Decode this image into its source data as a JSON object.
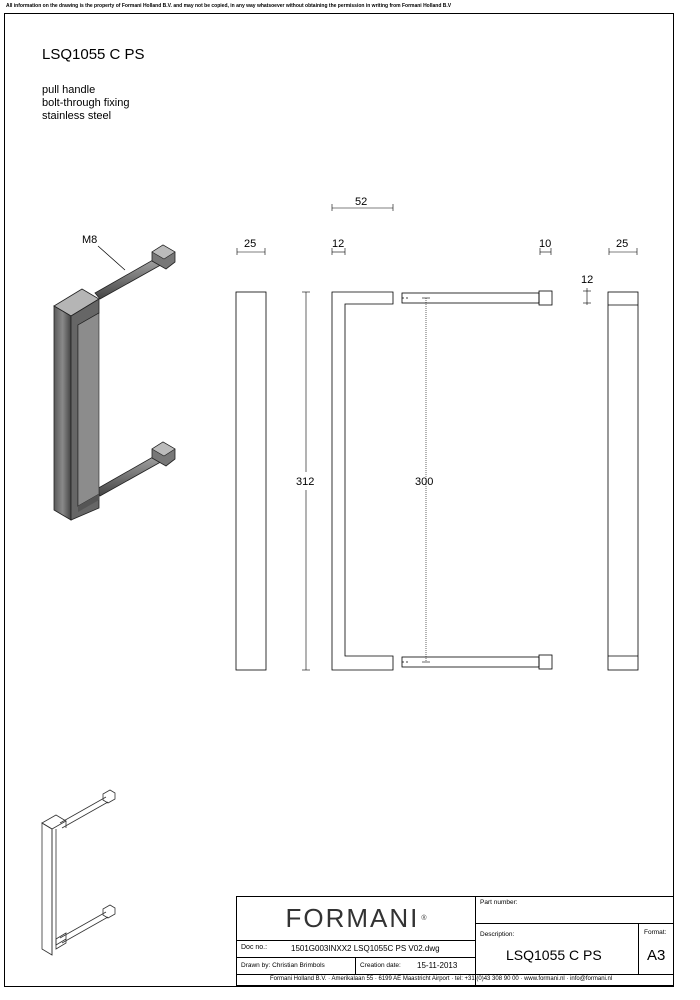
{
  "disclaimer": "All information on the drawing is the property of Formani Holland B.V. and may not be copied, in any way whatsoever without obtaining the permission in writing from Formani Holland B.V",
  "title": "LSQ1055 C PS",
  "description_lines": [
    "pull handle",
    "bolt-through fixing",
    "stainless steel"
  ],
  "dimensions": {
    "thread": "M8",
    "overall_depth": "52",
    "front_width": "25",
    "bar_thickness": "12",
    "fixing_diameter": "10",
    "side_width": "25",
    "leg_height": "12",
    "overall_length": "312",
    "center_distance": "300"
  },
  "title_block": {
    "logo": "FORMANI",
    "logo_mark": "®",
    "part_number_label": "Part number:",
    "description_label": "Description:",
    "description_value": "LSQ1055 C PS",
    "format_label": "Format:",
    "format_value": "A3",
    "doc_no_label": "Doc no.:",
    "doc_no_value": "1501G003INXX2 LSQ1055C PS V02.dwg",
    "drawn_by": "Drawn by: Christian Brimbols",
    "creation_date_label": "Creation date:",
    "creation_date_value": "15-11-2013",
    "footer": "Formani Holland B.V. · Amerikalaan 55 · 6199 AE Maastricht Airport · tel: +31 (0)43 308 90 00 · www.formani.nl · info@formani.nl"
  }
}
